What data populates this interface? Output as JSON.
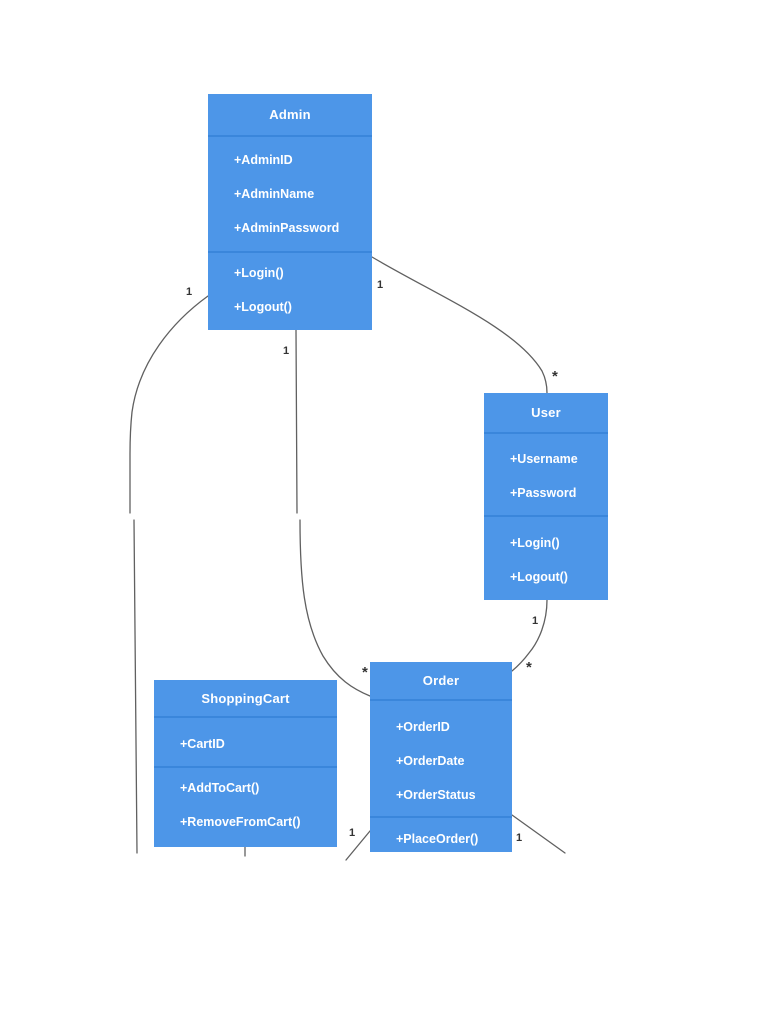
{
  "diagram": {
    "type": "uml-class-diagram",
    "colors": {
      "background": "#ffffff",
      "class_fill": "#4d96e8",
      "class_divider": "#3a86db",
      "class_text": "#ffffff",
      "connector": "#606060",
      "multiplicity_text": "#333333"
    },
    "classes": [
      {
        "name": "Admin",
        "attributes": [
          "+AdminID",
          "+AdminName",
          "+AdminPassword"
        ],
        "methods": [
          "+Login()",
          "+Logout()"
        ]
      },
      {
        "name": "User",
        "attributes": [
          "+Username",
          "+Password"
        ],
        "methods": [
          "+Login()",
          "+Logout()"
        ]
      },
      {
        "name": "ShoppingCart",
        "attributes": [
          "+CartID"
        ],
        "methods": [
          "+AddToCart()",
          "+RemoveFromCart()"
        ]
      },
      {
        "name": "Order",
        "attributes": [
          "+OrderID",
          "+OrderDate",
          "+OrderStatus"
        ],
        "methods": [
          "+PlaceOrder()"
        ]
      }
    ],
    "multiplicity_labels": [
      {
        "id": "admin-left",
        "text": "1"
      },
      {
        "id": "admin-user-admin-end",
        "text": "1"
      },
      {
        "id": "admin-user-user-end",
        "text": "*"
      },
      {
        "id": "admin-order-admin-end",
        "text": "1"
      },
      {
        "id": "admin-order-order-end",
        "text": "*"
      },
      {
        "id": "user-order-user-end",
        "text": "1"
      },
      {
        "id": "user-order-order-end",
        "text": "*"
      },
      {
        "id": "order-bottom-left",
        "text": "1"
      },
      {
        "id": "order-bottom-right",
        "text": "1"
      }
    ]
  }
}
